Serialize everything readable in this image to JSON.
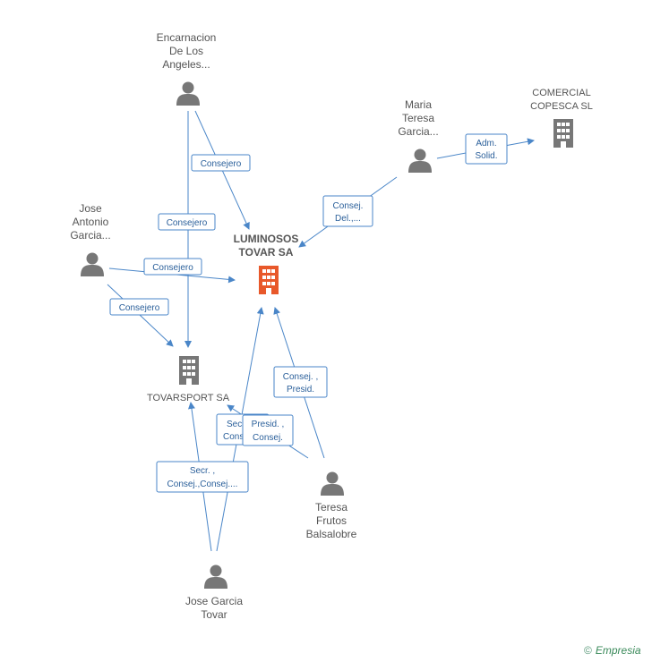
{
  "nodes": {
    "encarnacion": {
      "label": [
        "Encarnacion",
        "De Los",
        "Angeles..."
      ],
      "kind": "person"
    },
    "maria": {
      "label": [
        "Maria",
        "Teresa",
        "Garcia..."
      ],
      "kind": "person"
    },
    "comercial": {
      "label": [
        "COMERCIAL",
        "COPESCA SL"
      ],
      "kind": "company"
    },
    "jose_antonio": {
      "label": [
        "Jose",
        "Antonio",
        "Garcia..."
      ],
      "kind": "person"
    },
    "luminosos": {
      "label": [
        "LUMINOSOS",
        "TOVAR SA"
      ],
      "kind": "company-main"
    },
    "tovarsport": {
      "label": [
        "TOVARSPORT SA"
      ],
      "kind": "company"
    },
    "teresa": {
      "label": [
        "Teresa",
        "Frutos",
        "Balsalobre"
      ],
      "kind": "person"
    },
    "jose_garcia": {
      "label": [
        "Jose Garcia",
        "Tovar"
      ],
      "kind": "person"
    }
  },
  "edge_labels": {
    "e1": [
      "Consejero"
    ],
    "e2": [
      "Consejero"
    ],
    "e3": [
      "Adm.",
      "Solid."
    ],
    "e4": [
      "Consej.",
      "Del.,..."
    ],
    "e5": [
      "Consejero"
    ],
    "e6": [
      "Consejero"
    ],
    "e7": [
      "Consej. ,",
      "Presid."
    ],
    "e8": [
      "Secr. ,",
      "Consej...."
    ],
    "e9": [
      "Presid. ,",
      "Consej."
    ],
    "e10": [
      "Secr. ,",
      "Consej.,Consej...."
    ]
  },
  "colors": {
    "edge": "#4a86c8",
    "icon": "#777777",
    "main_company": "#e8582a"
  },
  "icons": {
    "person": "person-icon",
    "company": "building-icon"
  },
  "brand": {
    "copyright": "©",
    "name": "Empresia"
  }
}
